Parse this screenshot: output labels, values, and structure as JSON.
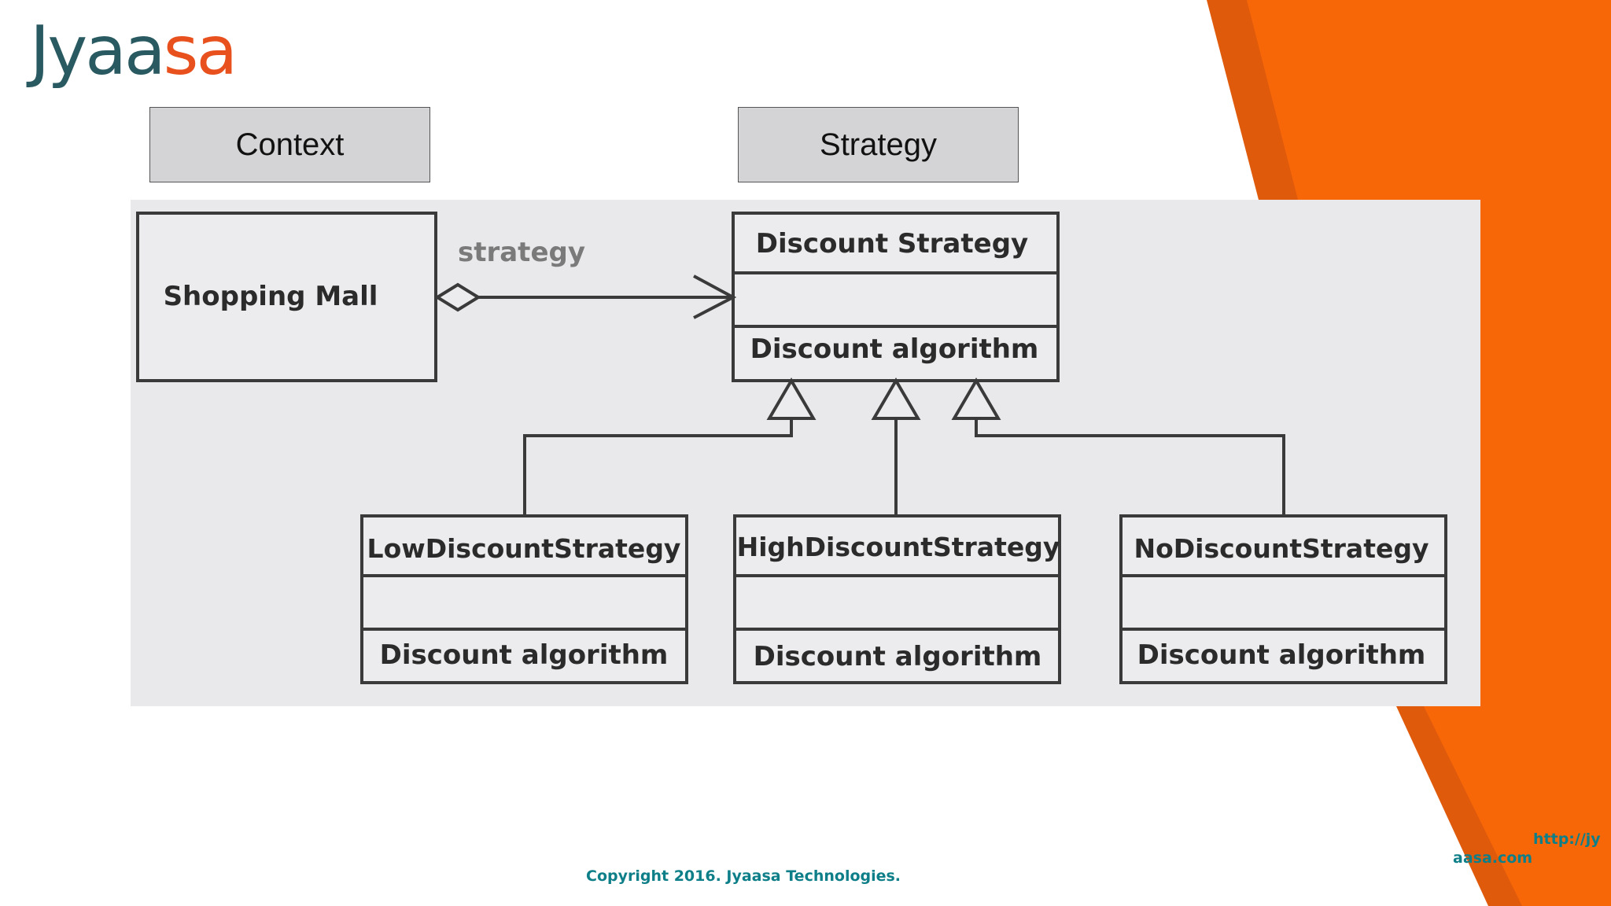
{
  "logo": {
    "text_main": "Jyaa",
    "text_accent": "sa"
  },
  "labels": {
    "context": "Context",
    "strategy": "Strategy"
  },
  "diagram": {
    "context_class": "Shopping Mall",
    "association_label": "strategy",
    "strategy_class": {
      "name": "Discount Strategy",
      "method": "Discount algorithm"
    },
    "subclasses": [
      {
        "name": "LowDiscountStrategy",
        "method": "Discount algorithm"
      },
      {
        "name": "HighDiscountStrategy",
        "method": "Discount algorithm"
      },
      {
        "name": "NoDiscountStrategy",
        "method": "Discount algorithm"
      }
    ]
  },
  "footer": {
    "copyright": "Copyright 2016. Jyaasa Technologies.",
    "url_line1": "http://jy",
    "url_line2": "aasa.com"
  },
  "colors": {
    "orange": "#f76707",
    "orange_dark": "#e05a0c",
    "teal": "#0e7f88",
    "box_gray": "#d4d4d6",
    "panel_gray": "#e9e9ec"
  }
}
